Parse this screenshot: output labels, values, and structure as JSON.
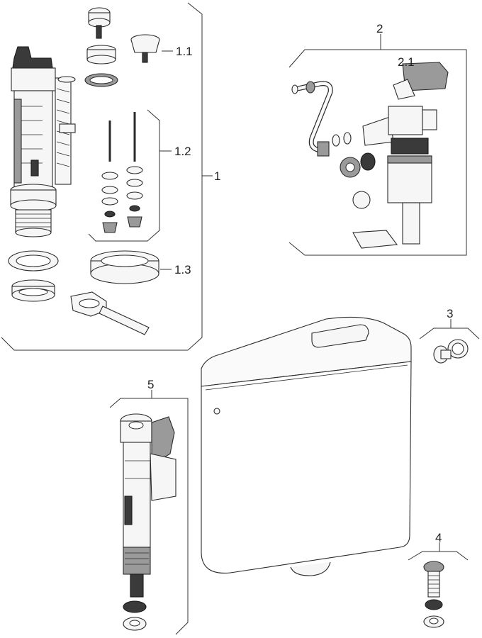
{
  "labels": {
    "group1": "1",
    "group1_1": "1.1",
    "group1_2": "1.2",
    "group1_3": "1.3",
    "group2": "2",
    "group2_1": "2.1",
    "group3": "3",
    "group4": "4",
    "group5": "5"
  }
}
